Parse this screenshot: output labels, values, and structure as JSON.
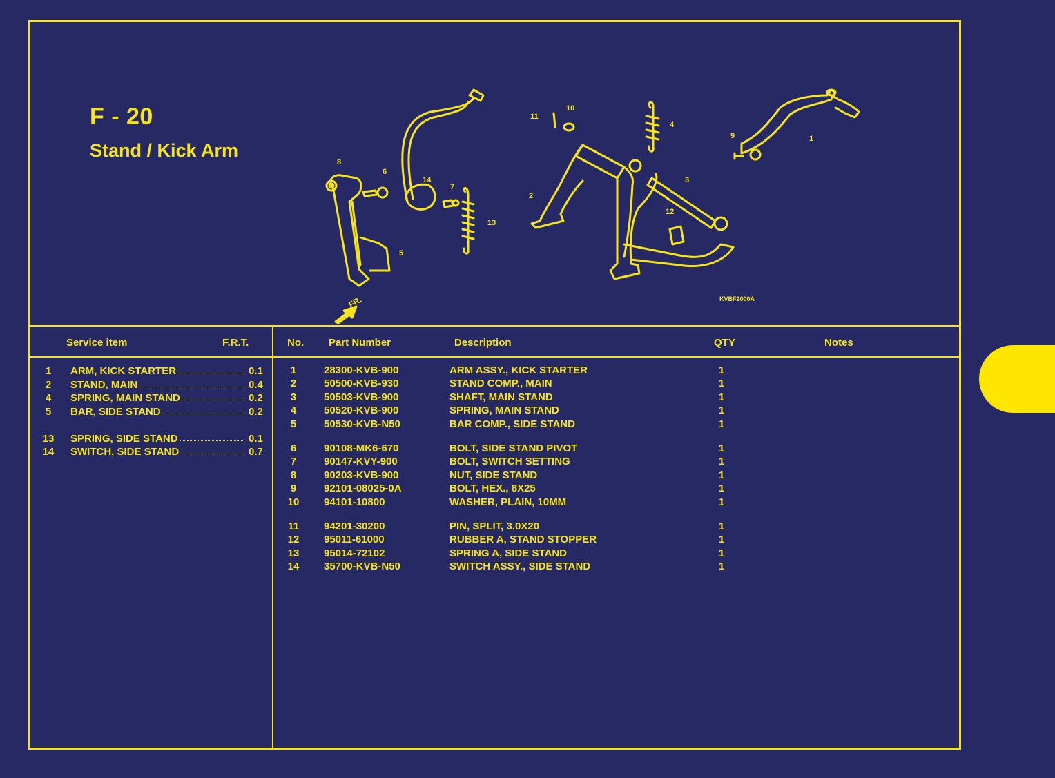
{
  "page": {
    "code": "F - 20",
    "name": "Stand / Kick Arm",
    "diagram_code": "KVBF2000A",
    "front_label": "FR."
  },
  "callouts": [
    "1",
    "2",
    "3",
    "4",
    "5",
    "6",
    "7",
    "8",
    "9",
    "10",
    "11",
    "12",
    "13",
    "14"
  ],
  "service_table": {
    "headers": {
      "item": "Service item",
      "frt": "F.R.T."
    },
    "rows": [
      {
        "no": "1",
        "name": "ARM, KICK STARTER",
        "frt": "0.1"
      },
      {
        "no": "2",
        "name": "STAND, MAIN",
        "frt": "0.4"
      },
      {
        "no": "4",
        "name": "SPRING, MAIN STAND",
        "frt": "0.2"
      },
      {
        "no": "5",
        "name": "BAR, SIDE STAND",
        "frt": "0.2"
      },
      {
        "no": "13",
        "name": "SPRING, SIDE STAND",
        "frt": "0.1"
      },
      {
        "no": "14",
        "name": "SWITCH, SIDE STAND",
        "frt": "0.7"
      }
    ]
  },
  "parts_table": {
    "headers": {
      "no": "No.",
      "part_number": "Part Number",
      "description": "Description",
      "qty": "QTY",
      "notes": "Notes"
    },
    "rows": [
      {
        "no": "1",
        "part": "28300-KVB-900",
        "desc": "ARM ASSY., KICK STARTER",
        "qty": "1"
      },
      {
        "no": "2",
        "part": "50500-KVB-930",
        "desc": "STAND COMP., MAIN",
        "qty": "1"
      },
      {
        "no": "3",
        "part": "50503-KVB-900",
        "desc": "SHAFT, MAIN STAND",
        "qty": "1"
      },
      {
        "no": "4",
        "part": "50520-KVB-900",
        "desc": "SPRING, MAIN STAND",
        "qty": "1"
      },
      {
        "no": "5",
        "part": "50530-KVB-N50",
        "desc": "BAR COMP., SIDE STAND",
        "qty": "1"
      },
      {
        "no": "6",
        "part": "90108-MK6-670",
        "desc": "BOLT, SIDE STAND PIVOT",
        "qty": "1"
      },
      {
        "no": "7",
        "part": "90147-KVY-900",
        "desc": "BOLT, SWITCH SETTING",
        "qty": "1"
      },
      {
        "no": "8",
        "part": "90203-KVB-900",
        "desc": "NUT, SIDE STAND",
        "qty": "1"
      },
      {
        "no": "9",
        "part": "92101-08025-0A",
        "desc": "BOLT, HEX., 8X25",
        "qty": "1"
      },
      {
        "no": "10",
        "part": "94101-10800",
        "desc": "WASHER, PLAIN, 10MM",
        "qty": "1"
      },
      {
        "no": "11",
        "part": "94201-30200",
        "desc": "PIN, SPLIT, 3.0X20",
        "qty": "1"
      },
      {
        "no": "12",
        "part": "95011-61000",
        "desc": "RUBBER A, STAND STOPPER",
        "qty": "1"
      },
      {
        "no": "13",
        "part": "95014-72102",
        "desc": "SPRING A, SIDE STAND",
        "qty": "1"
      },
      {
        "no": "14",
        "part": "35700-KVB-N50",
        "desc": "SWITCH ASSY., SIDE STAND",
        "qty": "1"
      }
    ]
  },
  "colors": {
    "background": "#272964",
    "accent": "#f6e51a",
    "tab": "#ffe600"
  }
}
